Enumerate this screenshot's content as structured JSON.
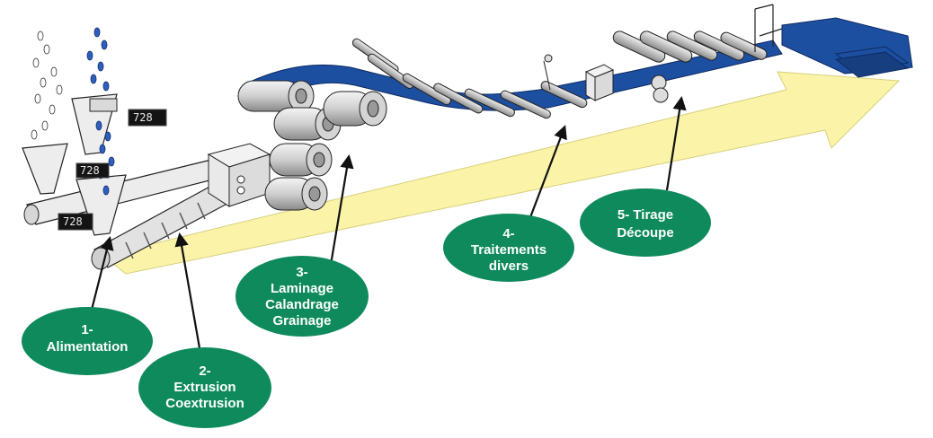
{
  "colors": {
    "arrow_yellow": "#fbf3a8",
    "sheet_blue": "#1d4fa0",
    "pellet_blue": "#2e5fbe",
    "label_green": "#0e8a5c",
    "machine_gray": "#e6e6e6",
    "outline": "#222222",
    "display_black": "#141414"
  },
  "displays": [
    "728",
    "728",
    "728"
  ],
  "labels": [
    {
      "id": "alimentation",
      "lines": [
        "1-",
        "Alimentation"
      ]
    },
    {
      "id": "extrusion",
      "lines": [
        "2-",
        "Extrusion",
        "Coextrusion"
      ]
    },
    {
      "id": "laminage",
      "lines": [
        "3-",
        "Laminage",
        "Calandrage",
        "Grainage"
      ]
    },
    {
      "id": "traitements",
      "lines": [
        "4-",
        "Traitements",
        "divers"
      ]
    },
    {
      "id": "tirage",
      "lines": [
        "5- Tirage",
        "Découpe"
      ]
    }
  ],
  "icons": [
    "pellet-icon",
    "hopper-icon",
    "roller-icon",
    "pointer-arrow-icon",
    "process-arrow-icon"
  ]
}
